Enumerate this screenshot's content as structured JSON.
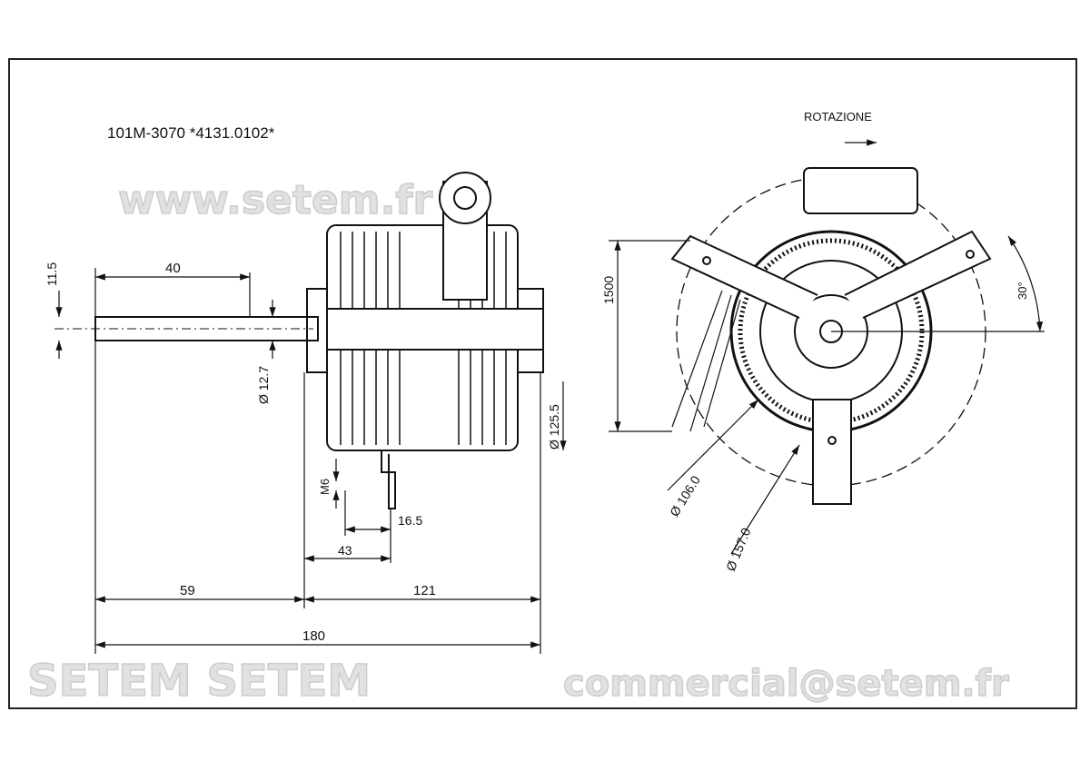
{
  "drawing": {
    "title": "101M-3070  *4131.0102*",
    "rotation_label": "ROTAZIONE",
    "dimensions": {
      "shaft_length": "40",
      "shaft_offset": "11.5",
      "shaft_diameter": "Ø 12.7",
      "body_diameter": "Ø 125.5",
      "thread": "M6",
      "bracket_offset": "16.5",
      "bracket_position": "43",
      "front_length": "59",
      "body_length": "121",
      "total_length": "180",
      "cable_length": "1500",
      "angle": "30°",
      "inner_diameter": "Ø 106.0",
      "outer_diameter": "Ø 157.0"
    }
  },
  "watermark": {
    "line1": "www.setem.fr",
    "line2": "SETEM SETEM",
    "line3": "commercial@setem.fr"
  }
}
